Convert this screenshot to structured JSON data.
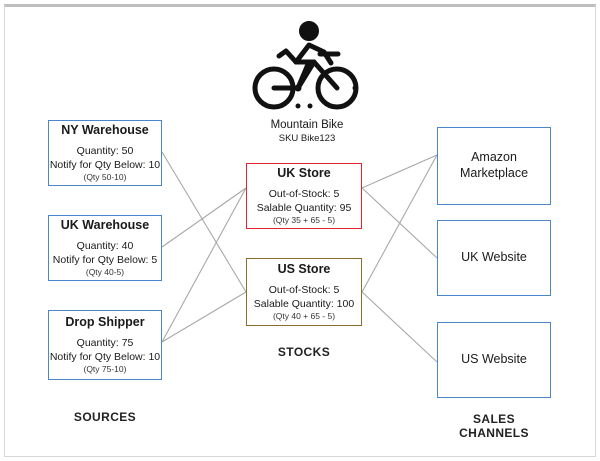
{
  "diagram": {
    "product": {
      "icon": "mountain-bike-icon",
      "name": "Mountain Bike",
      "sku": "SKU Bike123"
    },
    "section_labels": {
      "sources": "SOURCES",
      "stocks": "STOCKS",
      "sales_channels": "SALES CHANNELS"
    },
    "sources": [
      {
        "id": "ny-warehouse",
        "title": "NY Warehouse",
        "line1": "Quantity: 50",
        "line2": "Notify for Qty Below: 10",
        "formula": "(Qty 50-10)"
      },
      {
        "id": "uk-warehouse",
        "title": "UK Warehouse",
        "line1": "Quantity: 40",
        "line2": "Notify for Qty Below: 5",
        "formula": "(Qty 40-5)"
      },
      {
        "id": "drop-shipper",
        "title": "Drop Shipper",
        "line1": "Quantity: 75",
        "line2": "Notify for Qty Below: 10",
        "formula": "(Qty 75-10)"
      }
    ],
    "stocks": [
      {
        "id": "uk-store",
        "title": "UK Store",
        "line1": "Out-of-Stock: 5",
        "line2": "Salable Quantity: 95",
        "formula": "(Qty 35 + 65 - 5)",
        "border_color": "#e0262b"
      },
      {
        "id": "us-store",
        "title": "US Store",
        "line1": "Out-of-Stock: 5",
        "line2": "Salable Quantity: 100",
        "formula": "(Qty 40 + 65 - 5)",
        "border_color": "#8a6d2f"
      }
    ],
    "sales_channels": [
      {
        "id": "amazon-marketplace",
        "line1": "Amazon",
        "line2": "Marketplace"
      },
      {
        "id": "uk-website",
        "line1": "UK Website",
        "line2": ""
      },
      {
        "id": "us-website",
        "line1": "US Website",
        "line2": ""
      }
    ],
    "colors": {
      "source_border": "#4a86c8",
      "channel_border": "#4a86c8",
      "uk_store_border": "#e0262b",
      "us_store_border": "#8a6d2f",
      "connector": "#a8a8a8",
      "frame": "#d6d6d6"
    }
  }
}
